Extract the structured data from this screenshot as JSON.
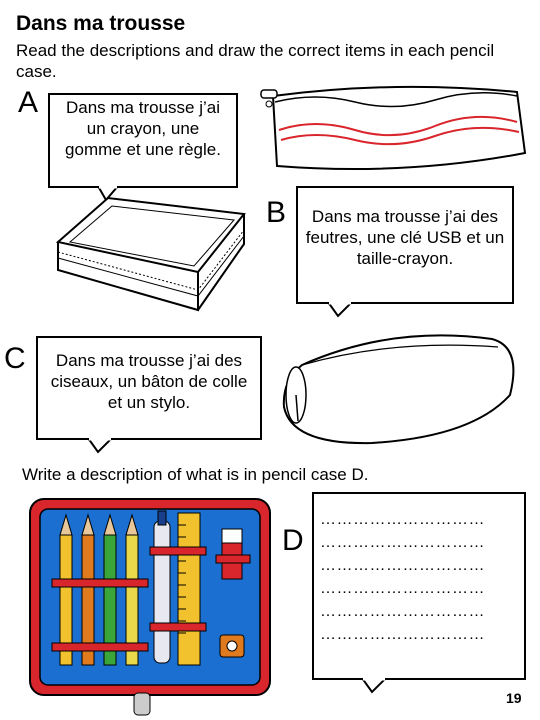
{
  "worksheet": {
    "title": "Dans ma trousse",
    "instructions": "Read the descriptions and draw the correct items in each pencil case.",
    "bubbles": [
      {
        "letter": "A",
        "text": "Dans ma trousse j’ai un crayon, une gomme et une règle."
      },
      {
        "letter": "B",
        "text": "Dans ma trousse j’ai des feutres, une clé USB et un taille-crayon."
      },
      {
        "letter": "C",
        "text": "Dans ma trousse j’ai des ciseaux, un bâton de colle et un stylo."
      }
    ],
    "prompt_d": "Write a description of what is in pencil case D.",
    "letter_d": "D",
    "answer_lines": [
      "…………………………",
      "…………………………",
      "…………………………",
      "…………………………",
      "…………………………",
      "…………………………"
    ],
    "page_number": "19"
  },
  "colors": {
    "case_blue": "#1a6fd1",
    "case_red": "#d9262c",
    "ruler_yellow": "#f2c12e",
    "wave_red": "#d9262c"
  }
}
